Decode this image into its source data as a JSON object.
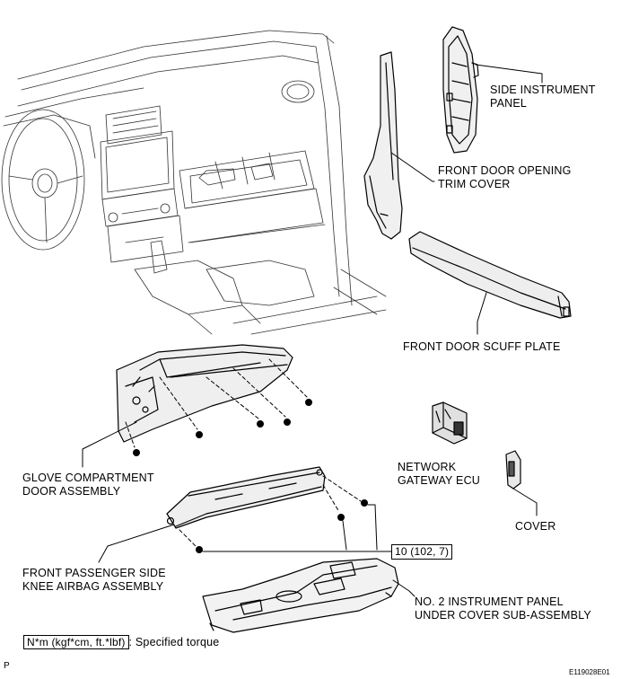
{
  "labels": {
    "side_instrument_panel": [
      "SIDE INSTRUMENT",
      "PANEL"
    ],
    "front_door_opening_trim_cover": [
      "FRONT DOOR OPENING",
      "TRIM COVER"
    ],
    "front_door_scuff_plate": [
      "FRONT DOOR SCUFF PLATE"
    ],
    "glove_compartment_door_assembly": [
      "GLOVE COMPARTMENT",
      "DOOR ASSEMBLY"
    ],
    "network_gateway_ecu": [
      "NETWORK",
      "GATEWAY ECU"
    ],
    "cover": [
      "COVER"
    ],
    "torque_value": "10 (102, 7)",
    "knee_airbag_assembly": [
      "FRONT PASSENGER SIDE",
      "KNEE AIRBAG ASSEMBLY"
    ],
    "under_cover_sub_assembly": [
      "NO. 2 INSTRUMENT PANEL",
      "UNDER COVER SUB-ASSEMBLY"
    ]
  },
  "legend": {
    "unit": "N*m (kgf*cm, ft.*lbf)",
    "text": ": Specified torque"
  },
  "footer": {
    "page_marker": "P",
    "figure_code": "E119028E01"
  }
}
